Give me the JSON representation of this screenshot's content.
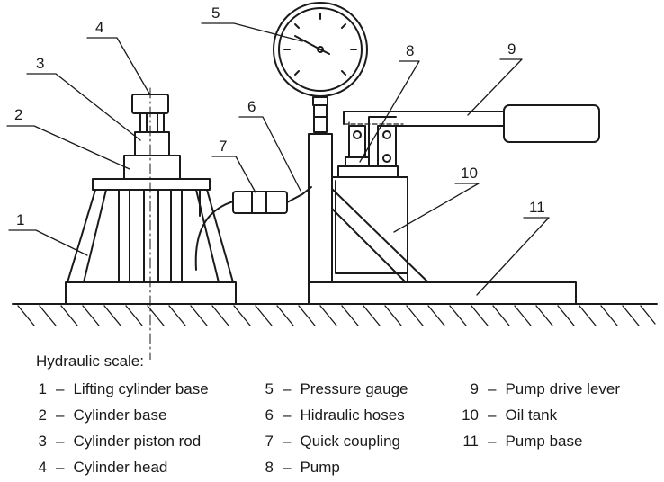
{
  "title": "Hydraulic scale:",
  "separator": "–",
  "labels": {
    "n1": "1",
    "n2": "2",
    "n3": "3",
    "n4": "4",
    "n5": "5",
    "n6": "6",
    "n7": "7",
    "n8": "8",
    "n9": "9",
    "n10": "10",
    "n11": "11"
  },
  "legend": [
    [
      {
        "num": "1",
        "text": "Lifting cylinder base"
      },
      {
        "num": "2",
        "text": "Cylinder base"
      },
      {
        "num": "3",
        "text": "Cylinder piston rod"
      },
      {
        "num": "4",
        "text": "Cylinder head"
      }
    ],
    [
      {
        "num": "5",
        "text": "Pressure gauge"
      },
      {
        "num": "6",
        "text": "Hidraulic hoses"
      },
      {
        "num": "7",
        "text": "Quick coupling"
      },
      {
        "num": "8",
        "text": "Pump"
      }
    ],
    [
      {
        "num": "9",
        "text": "Pump drive lever"
      },
      {
        "num": "10",
        "text": "Oil tank"
      },
      {
        "num": "11",
        "text": "Pump base"
      }
    ]
  ]
}
